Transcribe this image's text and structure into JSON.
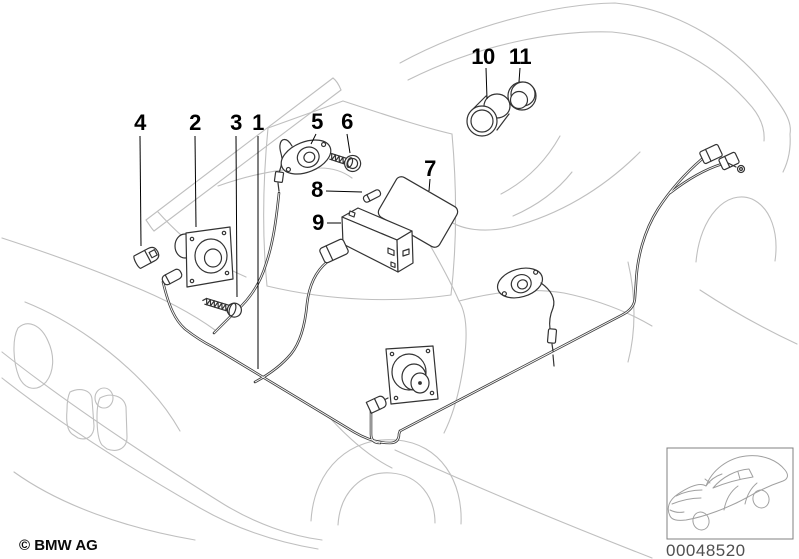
{
  "callouts": {
    "c1": "1",
    "c2": "2",
    "c3": "3",
    "c4": "4",
    "c5": "5",
    "c6": "6",
    "c7": "7",
    "c8": "8",
    "c9": "9",
    "c10": "10",
    "c11": "11"
  },
  "footer": {
    "copyright": "© BMW AG",
    "diagram_number": "00048520"
  },
  "colors": {
    "background": "#ffffff",
    "car_outline": "#bfbfbf",
    "component_line": "#333333",
    "harness_line": "#3f3f3f",
    "callout_text": "#000000",
    "diagram_number_text": "#4f4f4f",
    "thumbnail_border": "#808080"
  }
}
